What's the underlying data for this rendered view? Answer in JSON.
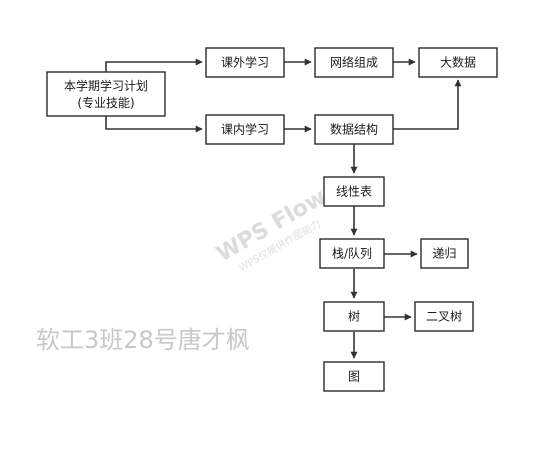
{
  "diagram": {
    "nodes": {
      "plan_line1": "本学期学习计划",
      "plan_line2": "(专业技能)",
      "extracurricular": "课外学习",
      "networking": "网络组成",
      "bigdata": "大数据",
      "intracurricular": "课内学习",
      "datastructure": "数据结构",
      "linearlist": "线性表",
      "stackqueue": "栈/队列",
      "recursion": "递归",
      "tree": "树",
      "binarytree": "二叉树",
      "graph": "图"
    },
    "edges": [
      [
        "plan",
        "extracurricular"
      ],
      [
        "plan",
        "intracurricular"
      ],
      [
        "extracurricular",
        "networking"
      ],
      [
        "networking",
        "bigdata"
      ],
      [
        "intracurricular",
        "datastructure"
      ],
      [
        "datastructure",
        "bigdata"
      ],
      [
        "datastructure",
        "linearlist"
      ],
      [
        "linearlist",
        "stackqueue"
      ],
      [
        "stackqueue",
        "recursion"
      ],
      [
        "stackqueue",
        "tree"
      ],
      [
        "tree",
        "binarytree"
      ],
      [
        "tree",
        "graph"
      ]
    ]
  },
  "watermark": {
    "title": "WPS Flow",
    "subtitle": "WPS仅提供作图能力"
  },
  "author_note": "软工3班28号唐才枫"
}
